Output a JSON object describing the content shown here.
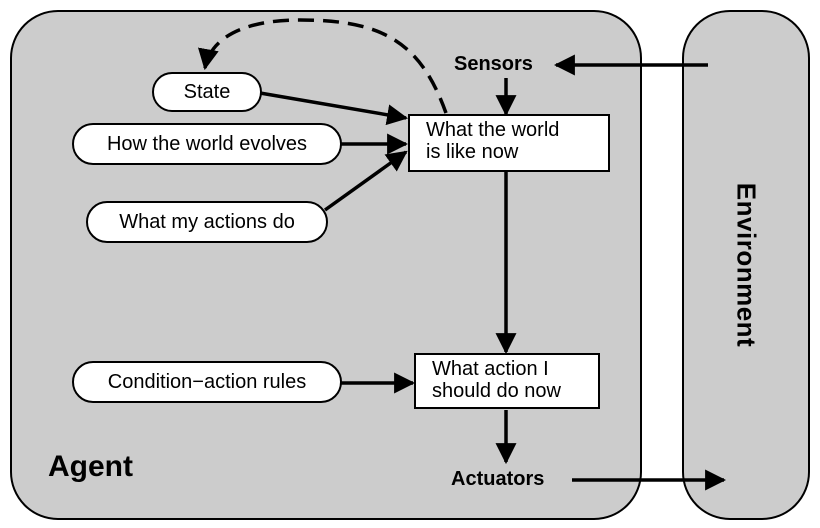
{
  "agent": {
    "title": "Agent"
  },
  "environment": {
    "title": "Environment"
  },
  "sensors": {
    "label": "Sensors"
  },
  "actuators": {
    "label": "Actuators"
  },
  "nodes": {
    "state": "State",
    "how_world_evolves": "How the world evolves",
    "what_my_actions_do": "What my actions do",
    "condition_action_rules": "Condition−action rules",
    "world_now": {
      "line1": "What the world",
      "line2": "is like now"
    },
    "action_now": {
      "line1": "What action I",
      "line2": "should do now"
    }
  }
}
